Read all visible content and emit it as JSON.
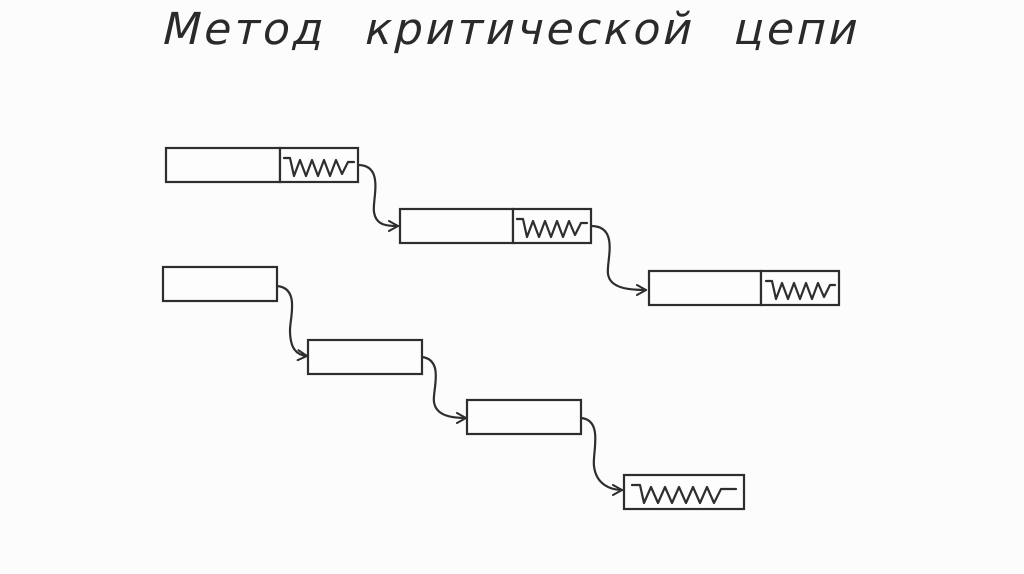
{
  "title": "Метод  критической цепи",
  "colors": {
    "ink": "#2e2e2e",
    "background": "#fcfcfc"
  },
  "diagram": {
    "critical_chain": {
      "tasks_count": 3,
      "has_buffers": true
    },
    "feeding_chain": {
      "tasks_count": 3,
      "has_final_buffer": true
    }
  }
}
